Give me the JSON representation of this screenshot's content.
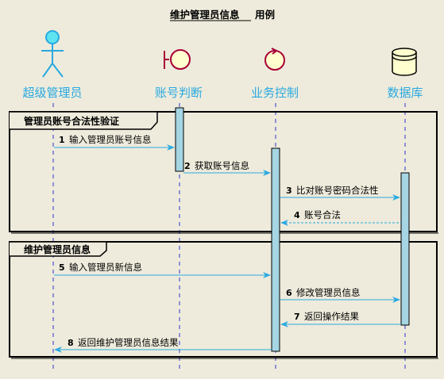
{
  "diagram": {
    "title_main": "维护管理员信息",
    "title_suffix": "用例",
    "participants": [
      {
        "id": "admin",
        "label": "超级管理员",
        "kind": "actor-icon"
      },
      {
        "id": "check",
        "label": "账号判断",
        "kind": "boundary-icon"
      },
      {
        "id": "biz",
        "label": "业务控制",
        "kind": "control-icon"
      },
      {
        "id": "db",
        "label": "数据库",
        "kind": "database-icon"
      }
    ],
    "fragments": [
      {
        "label": "管理员账号合法性验证"
      },
      {
        "label": "维护管理员信息"
      }
    ],
    "messages": [
      {
        "num": "1",
        "text": "输入管理员账号信息"
      },
      {
        "num": "2",
        "text": "获取账号信息"
      },
      {
        "num": "3",
        "text": "比对账号密码合法性"
      },
      {
        "num": "4",
        "text": "账号合法"
      },
      {
        "num": "5",
        "text": "输入管理员新信息"
      },
      {
        "num": "6",
        "text": "修改管理员信息"
      },
      {
        "num": "7",
        "text": "返回操作结果"
      },
      {
        "num": "8",
        "text": "返回维护管理员信息结果"
      }
    ],
    "colors": {
      "background": "#eeebdc",
      "actor_fill": "#5ee3f0",
      "actor_stroke": "#29a9e0",
      "boundary_stroke": "#a80036",
      "icon_fill": "#fefece",
      "activation_fill": "#a6d5e3",
      "arrow": "#29a9e0",
      "lifeline": "#3333cc"
    }
  }
}
